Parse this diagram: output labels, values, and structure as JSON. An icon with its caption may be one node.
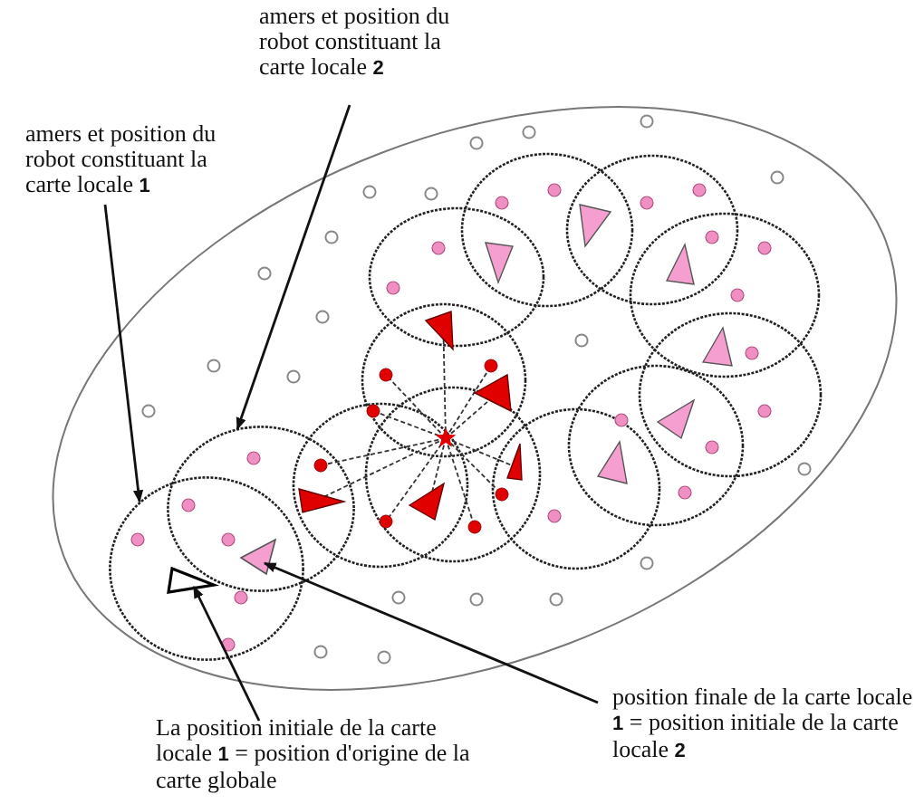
{
  "diagram": {
    "nodes": [
      {
        "text": [
          "amers et position du robot constituant la carte locale **2**"
        ]
      },
      {
        "text": [
          "amers et position du robot constituant la carte locale **1**"
        ]
      },
      {
        "text": [],
        "shape": "circle"
      },
      {
        "text": [],
        "shape": "circle"
      },
      {
        "text": [],
        "shape": "triangle",
        "in": 2
      },
      {
        "text": [],
        "shape": "triangle"
      },
      {
        "text": [
          "La position initiale de la carte locale **1** = position d'origine de la carte globale"
        ]
      },
      {
        "text": [
          "position finale de la carte locale **1** = position initiale de la carte locale **2**"
        ]
      }
    ],
    "edges": [
      {
        "from": 1,
        "to": 2,
        "arrow": "to"
      },
      {
        "from": 0,
        "to": 3,
        "arrow": "to"
      },
      {
        "from": 6,
        "to": 4,
        "arrow": "to"
      },
      {
        "from": 7,
        "to": 5,
        "arrow": "to"
      }
    ]
  }
}
